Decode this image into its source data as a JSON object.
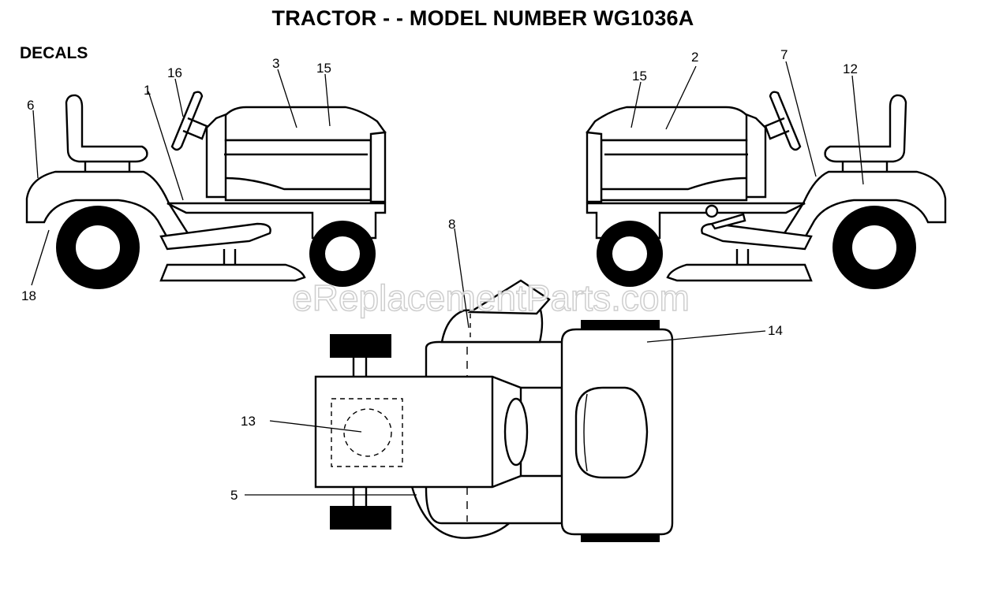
{
  "title": "TRACTOR - - MODEL NUMBER WG1036A",
  "section": "DECALS",
  "watermark": "eReplacementParts.com",
  "callouts": {
    "c1": "1",
    "c2": "2",
    "c3": "3",
    "c5": "5",
    "c6": "6",
    "c7": "7",
    "c8": "8",
    "c12": "12",
    "c13": "13",
    "c14": "14",
    "c15a": "15",
    "c15b": "15",
    "c16": "16",
    "c18": "18"
  }
}
